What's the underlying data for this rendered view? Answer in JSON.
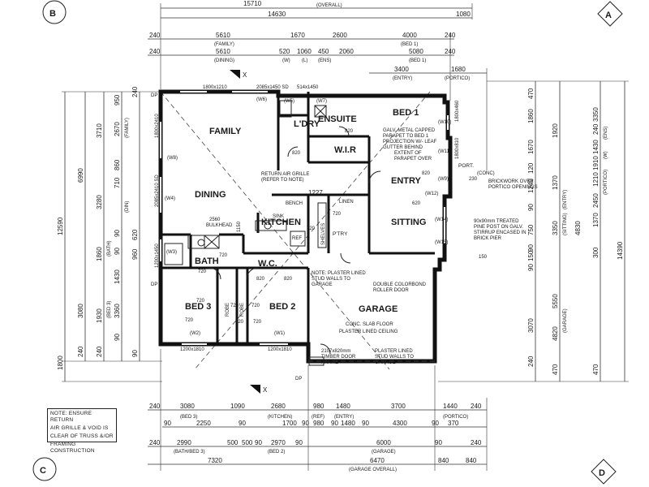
{
  "grid": {
    "b": "B",
    "a": "A",
    "c": "C",
    "d": "D"
  },
  "section_marker": "X",
  "rooms": {
    "family": "FAMILY",
    "dining": "DINING",
    "kitchen": "KITCHEN",
    "ldry": "L'DRY",
    "ensuite": "ENSUITE",
    "bed1": "BED 1",
    "wir": "W.I.R",
    "entry": "ENTRY",
    "sitting": "SITTING",
    "port": "PORT.",
    "bath": "BATH",
    "wc": "W.C.",
    "bed3": "BED 3",
    "bed2": "BED 2",
    "garage": "GARAGE",
    "ptry": "P'TRY",
    "linen": "LINEN",
    "robe1": "ROBE",
    "robe2": "ROBE",
    "shelves": "SHELVES",
    "sink": "SINK"
  },
  "notes": {
    "parapet": [
      "GALV. METAL CAPPED",
      "PARAPET TO BED 1",
      "PROJECTION W/- LEAF",
      "GUTTER BEHIND"
    ],
    "extent": [
      "EXTENT OF",
      "PARAPET OVER"
    ],
    "return_air": [
      "RETURN AIR GRILLE",
      "(REFER TO NOTE)"
    ],
    "brickwork": [
      "BRICKWORK OVER",
      "PORTICO OPENINGS"
    ],
    "post": [
      "90x90mm TREATED",
      "PINE POST ON GALV.",
      "STIRRUP ENCASED IN",
      "BRICK PIER"
    ],
    "plaster1": [
      "NOTE: PLASTER LINED",
      "STUD WALLS TO",
      "GARAGE"
    ],
    "roller": [
      "DOUBLE COLORBOND",
      "ROLLER DOOR"
    ],
    "slab": [
      "CONC. SLAB FLOOR",
      "PLASTER LINED CEILING"
    ],
    "timber": [
      "2107x820mm",
      "TIMBER DOOR",
      "FRAME"
    ],
    "plaster2": [
      "PLASTER LINED",
      "STUD WALLS TO",
      "GARAGE"
    ],
    "bulkhead": [
      "2560",
      "BULKHEAD"
    ],
    "bench": "BENCH",
    "conc": "(CONC)",
    "ref": "REF",
    "dp": "DP",
    "footnote": [
      "NOTE: ENSURE RETURN",
      "AIR GRILLE & VOID IS",
      "CLEAR OF TRUSS &/OR",
      "FRAMING CONSTRUCTION"
    ]
  },
  "windows": {
    "top": [
      "1800x1210",
      "2085x1450 SD",
      "514x1450"
    ],
    "w8": "(W8)",
    "w6": "(W6)",
    "w5": "(W5)",
    "w4": "(W4)",
    "w3": "(W3)",
    "w2": "(W2)",
    "w1": "(W1)",
    "w7": "(W7)",
    "w9": "(W9)",
    "w10": "(W10)",
    "w11": "(W11)",
    "w12": "(W12)",
    "w14": "(W14)",
    "w15": "(W15)",
    "fam_side": "1800x2410",
    "din_side": "2085x2410 SD",
    "bath_side": "1200x1450",
    "left_bed3": "1200x1810",
    "bed2": "1200x1810",
    "ens_side": "1800x460",
    "port_side": "1800x810"
  },
  "internal_dims": [
    "720",
    "720",
    "720",
    "820",
    "720",
    "720",
    "720",
    "720",
    "720",
    "820",
    "820",
    "820",
    "720",
    "720",
    "620",
    "1227",
    "1150",
    "150",
    "230",
    "820"
  ],
  "top_dims": {
    "overall_value": "15710",
    "overall_label": "(OVERALL)",
    "row1": [
      "14630",
      "1080"
    ],
    "row2": [
      "240",
      "5610",
      "1670",
      "2600",
      "4000",
      "240"
    ],
    "row2_labels": [
      "(FAMILY)",
      "(BED 1)"
    ],
    "row3": [
      "240",
      "5610",
      "520",
      "1060",
      "450",
      "2060",
      "5080",
      "240"
    ],
    "row3_labels": [
      "(DINING)",
      "(W)",
      "(L)",
      "(ENS)",
      "(BED 1)"
    ],
    "row4": [
      "3400",
      "1680"
    ],
    "row4_labels": [
      "(ENTRY)",
      "(PORTICO)"
    ]
  },
  "left_dims": {
    "col1": [
      "12590",
      "1800"
    ],
    "col2": [
      "6990",
      "3080",
      "240"
    ],
    "col3": [
      "3710",
      "3280",
      "1860",
      "1930",
      "240"
    ],
    "col4": [
      "950",
      "2670",
      "860",
      "710",
      "1430",
      "90",
      "90",
      "3360",
      "90"
    ],
    "col4_labels": [
      "(FAMILY)",
      "(DIN)",
      "(BATH)",
      "(BED 3)"
    ],
    "col5": [
      "240",
      "960",
      "620",
      "90"
    ]
  },
  "right_dims": {
    "col1": [
      "470",
      "1860",
      "1670",
      "120",
      "1240",
      "90",
      "750",
      "90",
      "150",
      "90",
      "3070",
      "240"
    ],
    "col2": [
      "1920",
      "1370",
      "3350",
      "5550",
      "4820",
      "470"
    ],
    "col3": [
      "3350",
      "240",
      "1430",
      "1910",
      "1210",
      "2450",
      "1370",
      "4830",
      "300",
      "470"
    ],
    "labels": [
      "(ENS)",
      "(W)",
      "(ENTRY)",
      "(SITTING)",
      "(GARAGE)",
      "(PORTICO)"
    ],
    "overall": "14390"
  },
  "bottom_dims": {
    "row1": [
      "240",
      "3080",
      "1090",
      "2680",
      "980",
      "1480",
      "3700",
      "1440",
      "240"
    ],
    "row1_labels": [
      "(BED 3)",
      "(KITCHEN)",
      "(REF)",
      "(ENTRY)",
      "(PORTICO)"
    ],
    "row2": [
      "90",
      "2250",
      "90",
      "1700",
      "90",
      "980",
      "90",
      "1480",
      "90",
      "4300",
      "90",
      "370"
    ],
    "row3": [
      "240",
      "2990",
      "500",
      "500",
      "90",
      "2970",
      "90",
      "6000",
      "90",
      "240"
    ],
    "row3_labels": [
      "(BATH/BED 3)",
      "(BED 2)",
      "(GARAGE)"
    ],
    "row4": [
      "7320",
      "6470",
      "840",
      "840"
    ],
    "row4_labels": [
      "(GARAGE OVERALL)"
    ]
  }
}
